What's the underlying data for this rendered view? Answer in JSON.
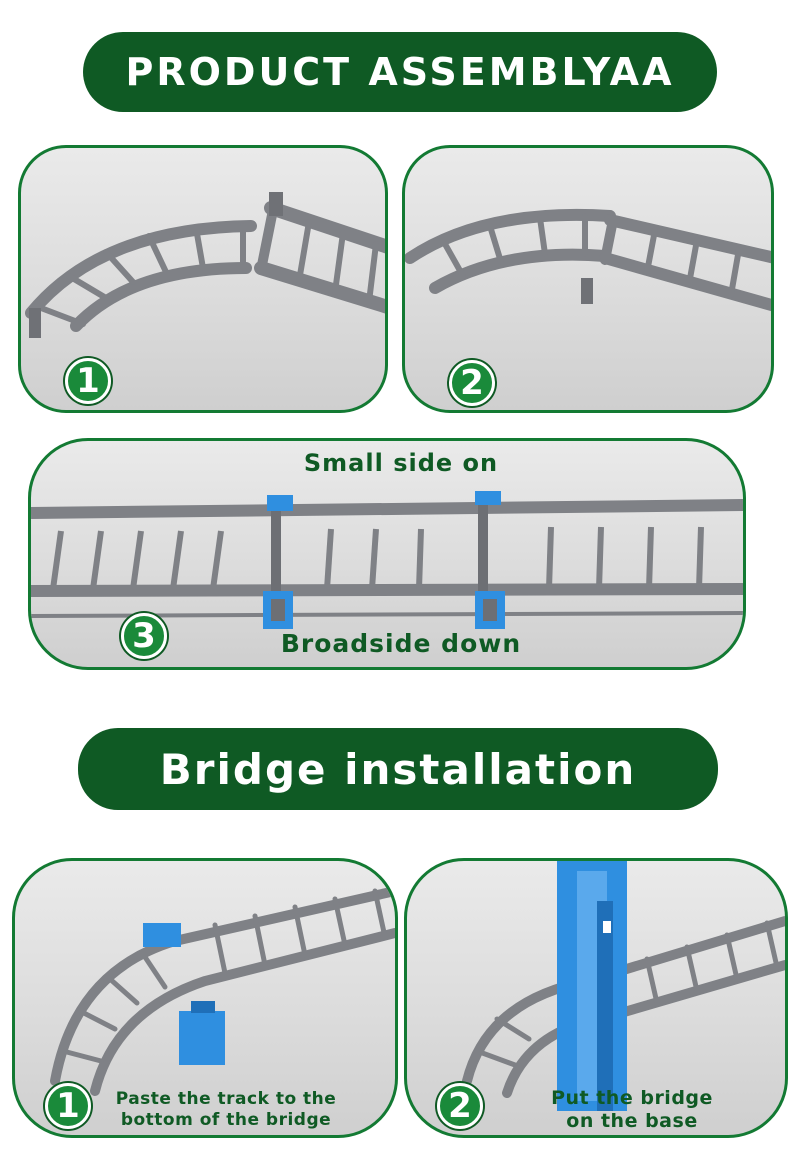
{
  "header": {
    "title": "PRODUCT ASSEMBLYAA"
  },
  "assembly_steps": [
    {
      "number": "1"
    },
    {
      "number": "2"
    },
    {
      "number": "3",
      "caption_top": "Small side on",
      "caption_bottom": "Broadside down"
    }
  ],
  "bridge": {
    "title": "Bridge installation",
    "steps": [
      {
        "number": "1",
        "caption_line1": "Paste the track to the",
        "caption_line2": "bottom of the bridge"
      },
      {
        "number": "2",
        "caption_line1": "Put the bridge",
        "caption_line2": "on the base"
      }
    ]
  },
  "colors": {
    "brand_green": "#0f5a24",
    "border_green": "#137a33",
    "track_gray": "#7f8186",
    "bridge_blue": "#2f8fe0"
  }
}
